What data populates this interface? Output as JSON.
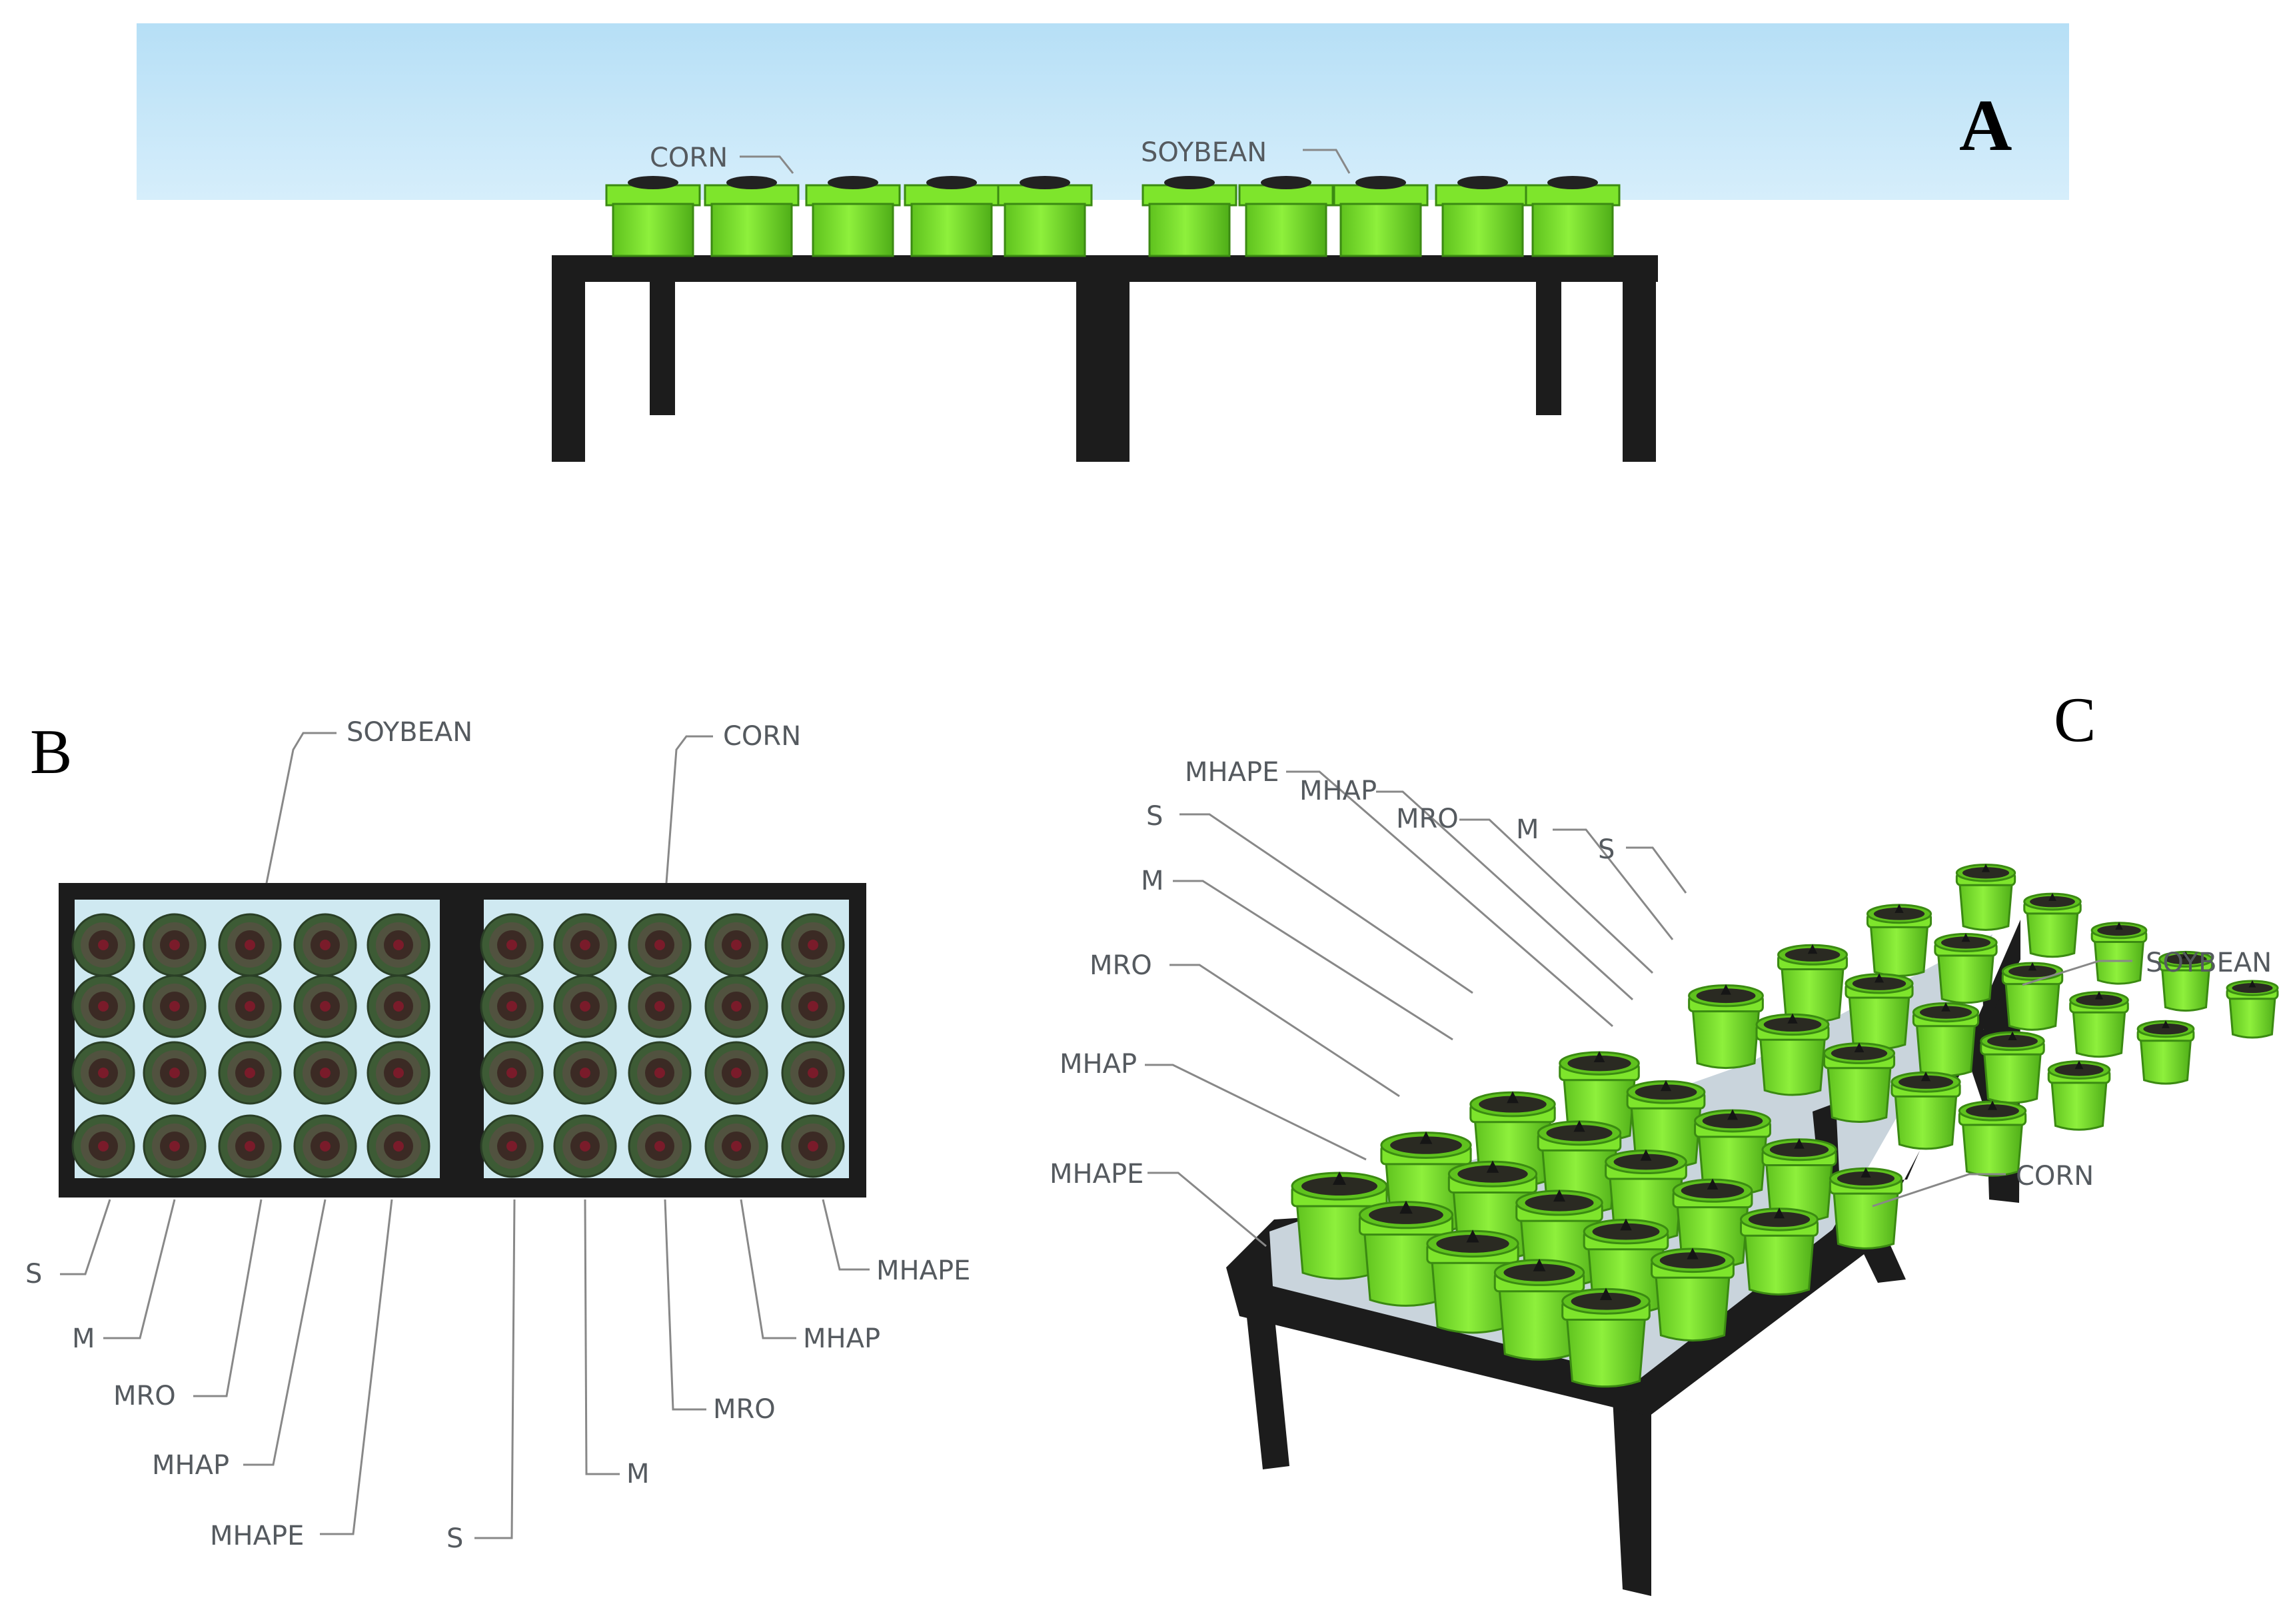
{
  "panels": {
    "a": {
      "letter": "A",
      "labels": {
        "corn": "CORN",
        "soybean": "SOYBEAN"
      }
    },
    "b": {
      "letter": "B",
      "top_labels": {
        "soybean": "SOYBEAN",
        "corn": "CORN"
      },
      "bottom_labels_left": [
        "S",
        "M",
        "MRO",
        "MHAP",
        "MHAPE"
      ],
      "bottom_labels_right": [
        "S",
        "M",
        "MRO",
        "MHAP",
        "MHAPE"
      ]
    },
    "c": {
      "letter": "C",
      "back_labels": [
        "MHAPE",
        "MHAP",
        "MRO",
        "M",
        "S"
      ],
      "left_labels": [
        "S",
        "M",
        "MRO",
        "MHAP",
        "MHAPE"
      ],
      "right_labels": {
        "soybean": "SOYBEAN",
        "corn": "CORN"
      }
    }
  },
  "colors": {
    "pot": "#7ee52c",
    "pot_dark": "#4fb11a",
    "table": "#1c1c1c",
    "sky": "#bde3f7",
    "tray": "#cfe9f1"
  }
}
